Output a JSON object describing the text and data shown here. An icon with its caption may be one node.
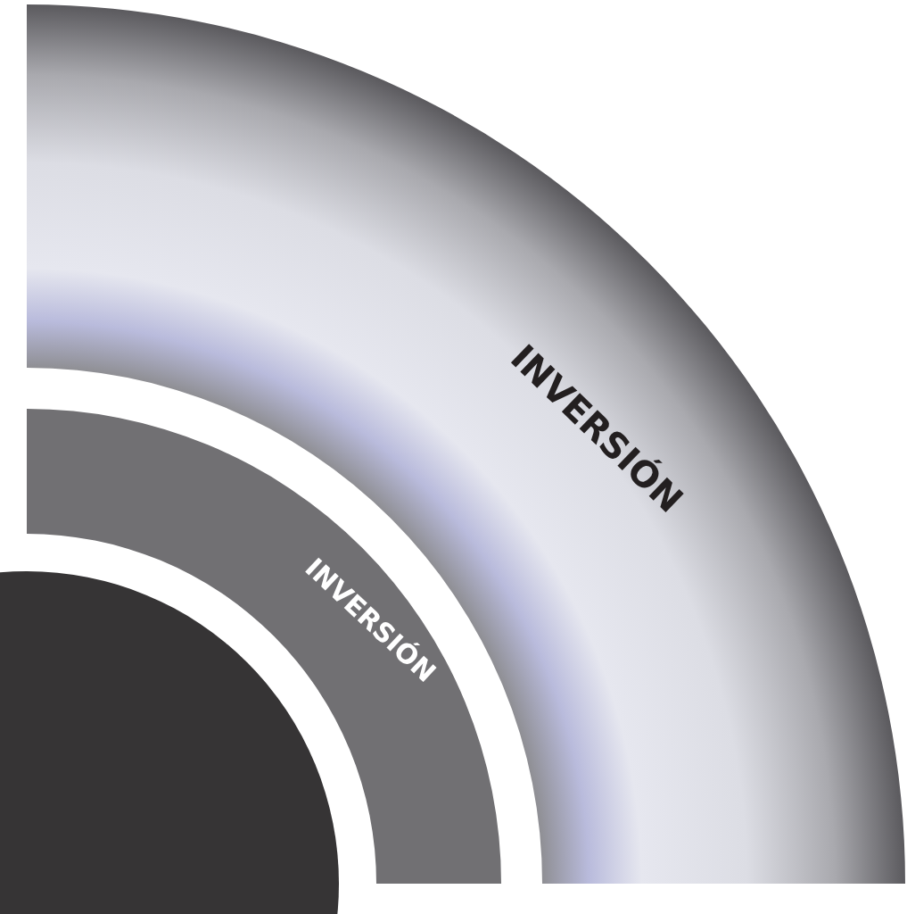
{
  "diagram": {
    "nodes": [
      {
        "text": [
          "INVERSIÓN"
        ]
      },
      {
        "text": [
          "INVERSIÓN"
        ]
      },
      {
        "text": [],
        "shape": "circle"
      }
    ]
  }
}
